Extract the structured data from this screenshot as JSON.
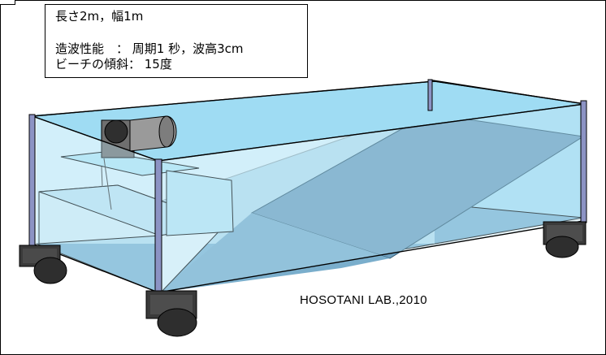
{
  "specs": {
    "line1": "長さ2m，幅1m",
    "line2": "造波性能　：  周期1 秒，波高3cm",
    "line3": "ビーチの傾斜：  15度"
  },
  "credit": "HOSOTANI LAB.,2010",
  "colors": {
    "water_light": "#bfe8f7",
    "water_mid": "#8fd0ee",
    "water_deep": "#6fa8c8",
    "beach": "#6f9dbb",
    "frame_post": "#8c93c4",
    "wheel": "#2e2e2e",
    "wheel_block": "#3a3a3a"
  }
}
